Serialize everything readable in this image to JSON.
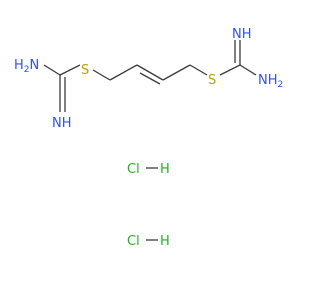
{
  "molecule": {
    "atoms": {
      "left_amine": "NH2",
      "left_imine": "NH",
      "left_sulfur": "S",
      "right_sulfur": "S",
      "right_imine": "NH",
      "right_amine": "NH2"
    },
    "salts": [
      {
        "cl": "Cl",
        "h": "H"
      },
      {
        "cl": "Cl",
        "h": "H"
      }
    ]
  },
  "colors": {
    "nitrogen": "#3050F8",
    "sulfur": "#B8A000",
    "chlorine": "#1FB31F",
    "bond": "#3a3a3a"
  }
}
